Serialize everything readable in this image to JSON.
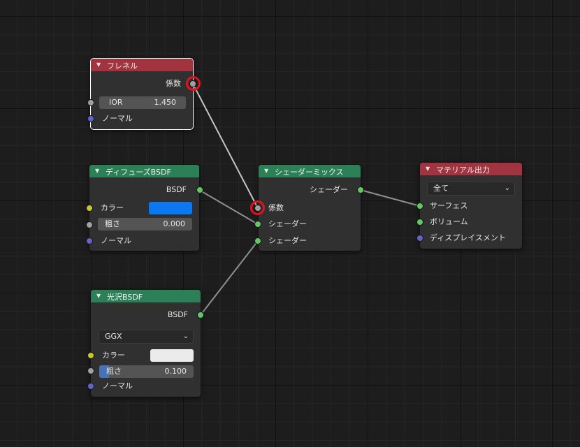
{
  "nodes": {
    "fresnel": {
      "title": "フレネル",
      "output": "係数",
      "ior_label": "IOR",
      "ior_value": "1.450",
      "normal": "ノーマル"
    },
    "diffuse": {
      "title": "ディフューズBSDF",
      "output": "BSDF",
      "color_label": "カラー",
      "color": "#0a78f0",
      "roughness_label": "粗さ",
      "roughness_value": "0.000",
      "normal": "ノーマル"
    },
    "glossy": {
      "title": "光沢BSDF",
      "output": "BSDF",
      "distribution": "GGX",
      "color_label": "カラー",
      "color": "#ebebeb",
      "roughness_label": "粗さ",
      "roughness_value": "0.100",
      "roughness_fraction": 0.1,
      "normal": "ノーマル"
    },
    "mix": {
      "title": "シェーダーミックス",
      "output": "シェーダー",
      "factor": "係数",
      "shader1": "シェーダー",
      "shader2": "シェーダー"
    },
    "output": {
      "title": "マテリアル出力",
      "target": "全て",
      "surface": "サーフェス",
      "volume": "ボリューム",
      "displacement": "ディスプレイスメント"
    }
  },
  "colors": {
    "header_input": "#a23440",
    "header_shader": "#2b8057",
    "highlight": "#e8101c",
    "socket_shader": "#63c763",
    "socket_float": "#a1a1a1",
    "socket_color": "#c7c729",
    "socket_vector": "#6363c7"
  }
}
